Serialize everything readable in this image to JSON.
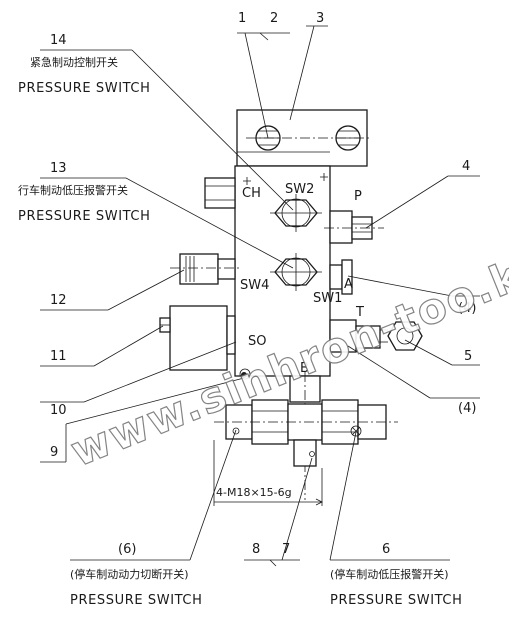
{
  "callouts": {
    "c1": "1",
    "c2": "2",
    "c3": "3",
    "c4": "4",
    "c4a": "(4)",
    "c4b": "(4)",
    "c5": "5",
    "c6": "6",
    "c6p": "(6)",
    "c7": "7",
    "c8": "8",
    "c9": "9",
    "c10": "10",
    "c11": "11",
    "c12": "12",
    "c13": "13",
    "c14": "14"
  },
  "ports": {
    "ch": "CH",
    "sw2": "SW2",
    "sw4": "SW4",
    "sw1": "SW1",
    "so": "SO",
    "p": "P",
    "a": "A",
    "t": "T",
    "b": "B"
  },
  "switches": {
    "s14_cn": "紧急制动控制开关",
    "s14_en": "PRESSURE SWITCH",
    "s13_cn": "行车制动低压报警开关",
    "s13_en": "PRESSURE SWITCH",
    "s6p_cn": "(停车制动动力切断开关)",
    "s6p_en": "PRESSURE SWITCH",
    "s6_cn": "(停车制动低压报警开关)",
    "s6_en": "PRESSURE SWITCH"
  },
  "thread_spec": "4-M18×15-6g",
  "watermark": "www.sinhron-too.kz"
}
